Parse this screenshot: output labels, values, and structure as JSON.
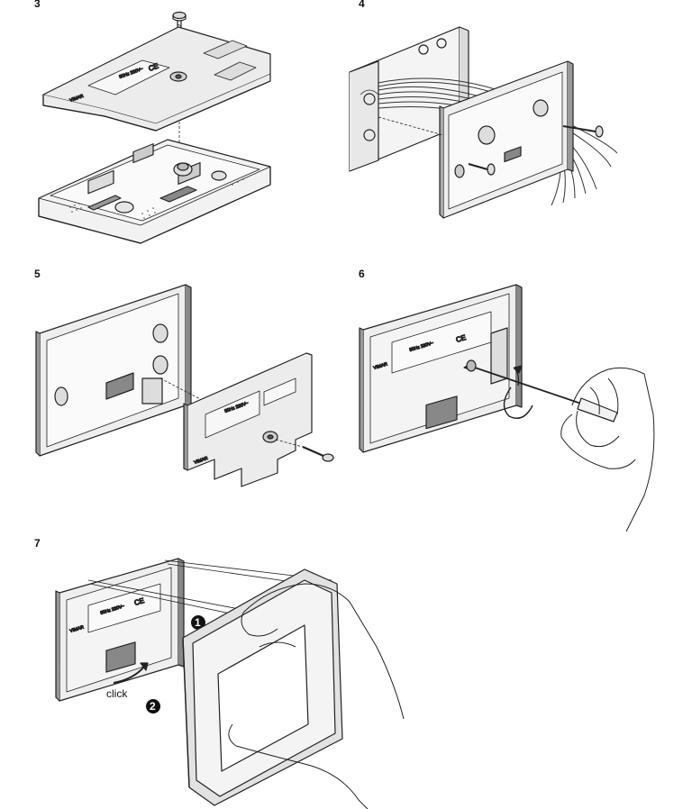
{
  "steps": [
    {
      "number": "3"
    },
    {
      "number": "4"
    },
    {
      "number": "5"
    },
    {
      "number": "6"
    },
    {
      "number": "7"
    }
  ],
  "step7": {
    "click_label": "click",
    "badge_1": "1",
    "badge_2": "2"
  },
  "device_label": {
    "brand": "VIMAR",
    "rating": "50Hz 230V~",
    "ce": "CE"
  },
  "colors": {
    "line": "#222222",
    "plate": "#e8e8e8",
    "plate_dark": "#9a9a9a",
    "badge": "#111111"
  }
}
